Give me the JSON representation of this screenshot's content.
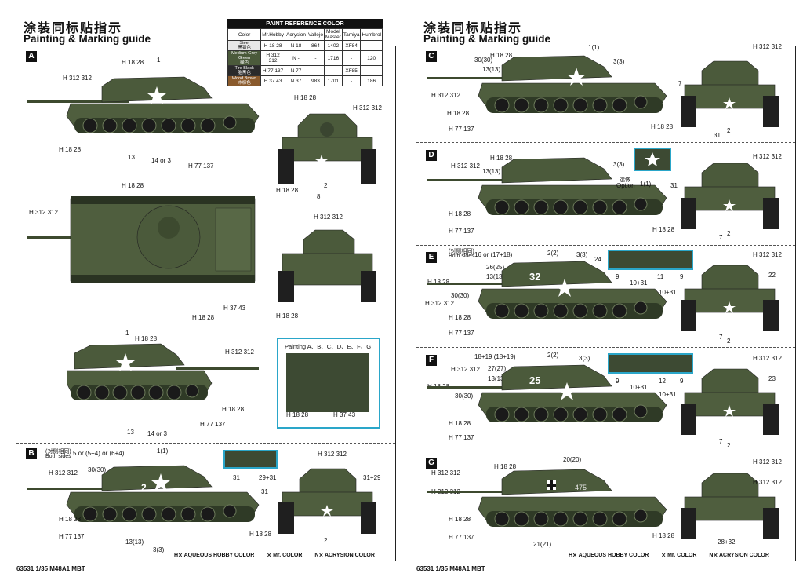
{
  "title_cn": "涂装同标贴指示",
  "title_en": "Painting & Marking guide",
  "footer": "63531 1/35 M48A1 MBT",
  "legend": {
    "aqueous": "H⨯ AQUEOUS HOBBY COLOR",
    "mr_color": "⨯ Mr. COLOR",
    "acrysion": "N⨯ ACRYSION COLOR"
  },
  "paint_ref": {
    "title": "PAINT REFERENCE COLOR",
    "headers": [
      "Color",
      "Mr.Hobby",
      "Acrysion",
      "Vallejo",
      "Model Master",
      "Tamiya",
      "Humbrol"
    ],
    "rows": [
      {
        "name": "Steel\n黑钢色",
        "swatch": "#e8e8e8",
        "mrhobby": "H 18 28",
        "acrysion": "N 18",
        "vallejo": "864",
        "mm": "1402",
        "tamiya": "XF84",
        "humbrol": "-"
      },
      {
        "name": "Medium Grey Green\n绿色",
        "swatch": "#4b5a3b",
        "mrhobby": "H 312 312",
        "acrysion": "N -",
        "vallejo": "-",
        "mm": "1716",
        "tamiya": "-",
        "humbrol": "120"
      },
      {
        "name": "Tire Black\n胎黑色",
        "swatch": "#2a2a2a",
        "mrhobby": "H 77 137",
        "acrysion": "N 77",
        "vallejo": "-",
        "mm": "-",
        "tamiya": "XF85",
        "humbrol": "-"
      },
      {
        "name": "Wood Brown\n木棕色",
        "swatch": "#8a5a2c",
        "mrhobby": "H 37 43",
        "acrysion": "N 37",
        "vallejo": "983",
        "mm": "1701",
        "tamiya": "-",
        "humbrol": "186"
      }
    ]
  },
  "sections": [
    "A",
    "B",
    "C",
    "D",
    "E",
    "F",
    "G"
  ],
  "codes": {
    "h1828": "H 18 28",
    "h312": "H 312 312",
    "h77": "H 77 137",
    "h37": "H 37 43"
  },
  "labels": {
    "a_1": "1",
    "a_13": "13",
    "a_14or3": "14 or 3",
    "a_2": "2",
    "a_8": "8",
    "a_1b": "1",
    "a_13b": "13",
    "a_14or3b": "14 or 3",
    "a_inset": "Painting A、B、C、D、E、F、G",
    "b_both_cn": "(对侧相同)",
    "b_both": "Both sides",
    "b_5or": "5 or (5+4) or (6+4)",
    "b_1": "1(1)",
    "b_30": "30(30)",
    "b_31": "31",
    "b_29_31": "29+31",
    "b_31b": "31",
    "b_31_29": "31+29",
    "b_13": "13(13)",
    "b_3": "3(3)",
    "b_2": "2",
    "c_1": "1(1)",
    "c_30": "30(30)",
    "c_13": "13(13)",
    "c_3": "3(3)",
    "c_7": "7",
    "c_31": "31",
    "c_2": "2",
    "d_3": "3(3)",
    "d_13": "13(13)",
    "d_option_cn": "选做",
    "d_option": "Option",
    "d_1": "1(1)",
    "d_31": "31",
    "d_7": "7",
    "d_2": "2",
    "e_both_cn": "(对侧相同)",
    "e_both": "Both sides",
    "e_16": "16 or (17+18)",
    "e_2": "2(2)",
    "e_3": "3(3)",
    "e_26": "26(25)",
    "e_24": "24",
    "e_13": "13(13)",
    "e_30": "30(30)",
    "e_9": "9",
    "e_11": "11",
    "e_9b": "9",
    "e_10_31": "10+31",
    "e_22": "22",
    "e_10_31b": "10+31",
    "e_7": "7",
    "e_2b": "2",
    "f_18": "18+19 (18+19)",
    "f_2": "2(2)",
    "f_3": "3(3)",
    "f_27": "27(27)",
    "f_13": "13(13)",
    "f_30": "30(30)",
    "f_9": "9",
    "f_12": "12",
    "f_9b": "9",
    "f_10_31": "10+31",
    "f_10_31b": "10+31",
    "f_23": "23",
    "f_7": "7",
    "f_2b": "2",
    "g_20": "20(20)",
    "g_21": "21(21)",
    "g_28_32": "28+32"
  },
  "hull_numbers": {
    "b": "2",
    "e": "32",
    "f": "25",
    "g": "475"
  }
}
